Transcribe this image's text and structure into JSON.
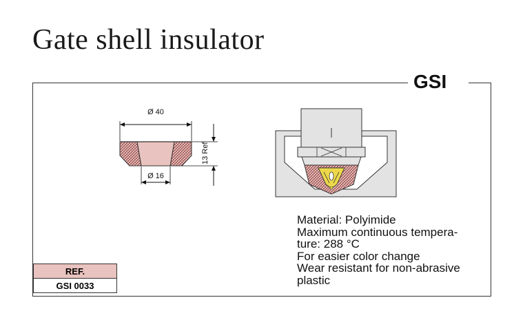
{
  "title": "Gate shell insulator",
  "product_code": "GSI",
  "drawing": {
    "dim_outer": "Ø 40",
    "dim_inner": "Ø 16",
    "dim_height": "13 Ref"
  },
  "reference": {
    "header": "REF.",
    "value": "GSI 0033"
  },
  "specs": [
    "Material: Polyimide",
    "Maximum continuous tempera-",
    "ture: 288 °C",
    "For easier color change",
    "Wear resistant for non-abrasive",
    "plastic"
  ],
  "colors": {
    "insulator_fill": "#e9c3bf",
    "hatch": "#8a3a3a",
    "steel": "#e3e3e3",
    "tip_yellow": "#ecd84a"
  }
}
